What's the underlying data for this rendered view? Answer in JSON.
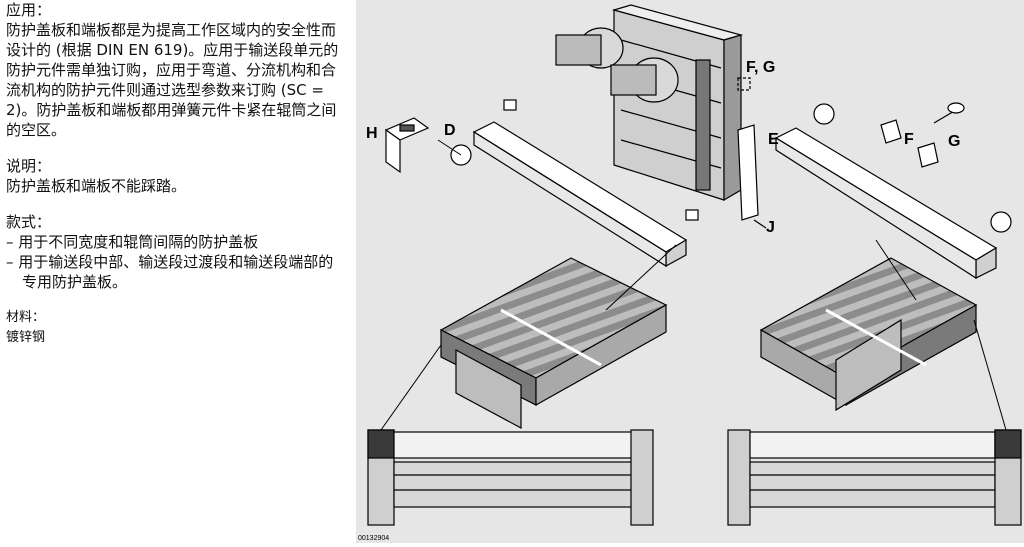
{
  "sections": {
    "application": {
      "title": "应用：",
      "body": "防护盖板和端板都是为提高工作区域内的安全性而设计的 (根据 DIN EN 619)。应用于输送段单元的防护元件需单独订购，应用于弯道、分流机构和合流机构的防护元件则通过选型参数来订购 (SC = 2)。防护盖板和端板都用弹簧元件卡紧在辊筒之间的空区。"
    },
    "note": {
      "title": "说明：",
      "body": "防护盖板和端板不能踩踏。"
    },
    "versions": {
      "title": "款式：",
      "items": [
        "– 用于不同宽度和辊筒间隔的防护盖板",
        "– 用于输送段中部、输送段过渡段和输送段端部的专用防护盖板。"
      ]
    },
    "material": {
      "title": "材料：",
      "value": "镀锌钢"
    }
  },
  "figure": {
    "labels": {
      "H": "H",
      "D": "D",
      "FG": "F, G",
      "E": "E",
      "F": "F",
      "G": "G",
      "J": "J"
    },
    "drawing_number": "00132904"
  }
}
